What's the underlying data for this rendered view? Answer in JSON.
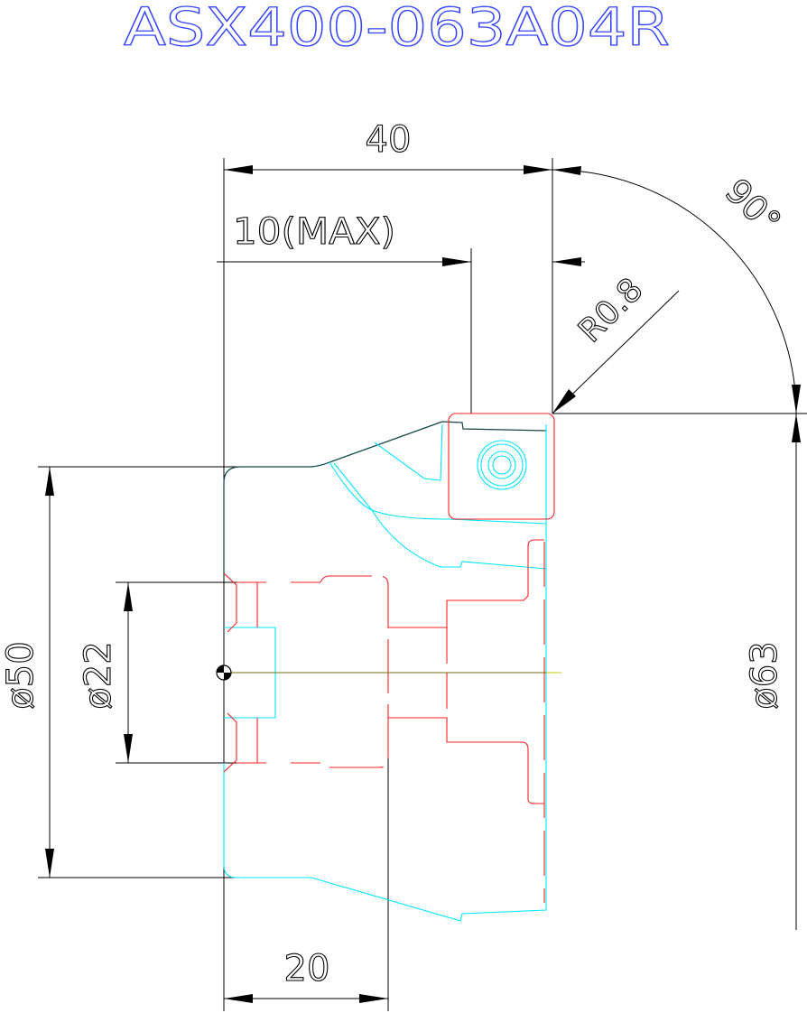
{
  "title": "ASX400-063A04R",
  "dimensions": {
    "overall_length": "40",
    "max_depth": "10(MAX)",
    "angle": "90°",
    "corner_radius": "R0.8",
    "body_diameter": "ø50",
    "bore_diameter": "ø22",
    "cutting_diameter": "ø63",
    "flange_length": "20"
  },
  "colors": {
    "title": "#3344ff",
    "body": "#00e5ff",
    "hidden": "#ff2020",
    "dimension": "#000000",
    "centerline": "#c8c800"
  }
}
